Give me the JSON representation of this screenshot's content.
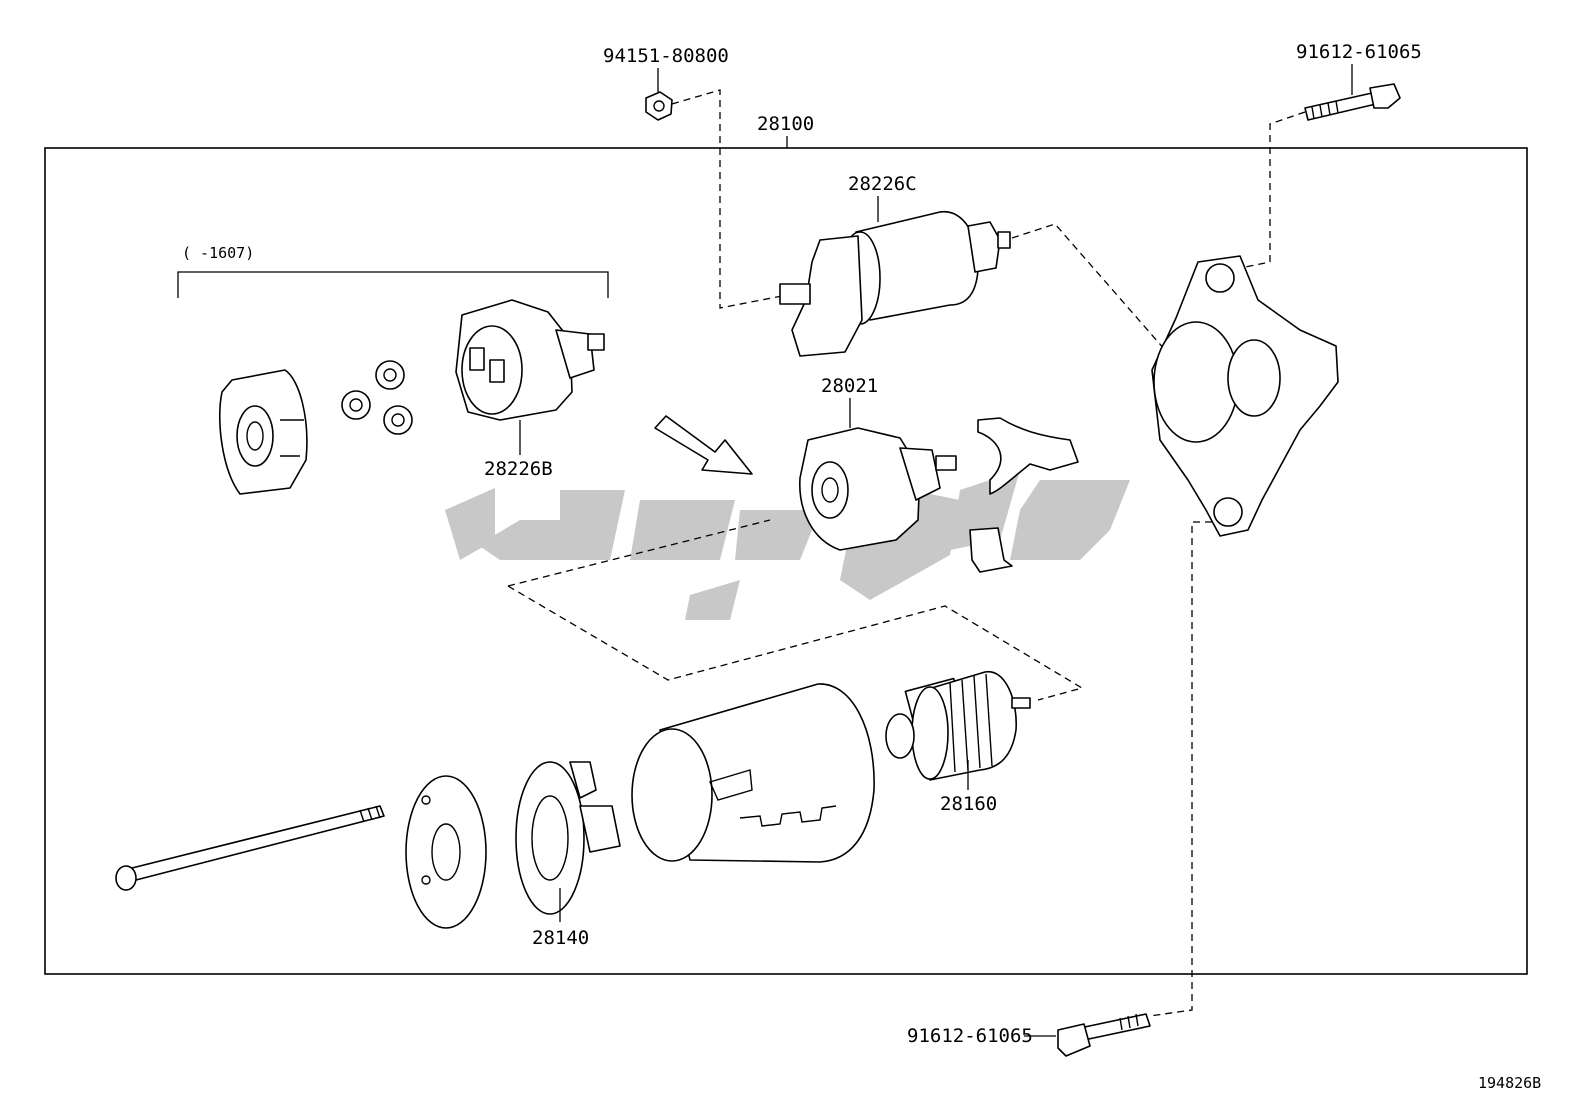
{
  "labels": {
    "bolt_top_left": "94151-80800",
    "bolt_top_right": "91612-61065",
    "bolt_bottom": "91612-61065",
    "assembly": "28100",
    "solenoid": "28226C",
    "bracket_kit": "28226B",
    "drive_housing": "28021",
    "armature": "28160",
    "brush_holder": "28140",
    "date_range": "(  -1607)",
    "figure_id": "194826B"
  },
  "colors": {
    "watermark": "#c8c8c8",
    "line": "#000000"
  }
}
